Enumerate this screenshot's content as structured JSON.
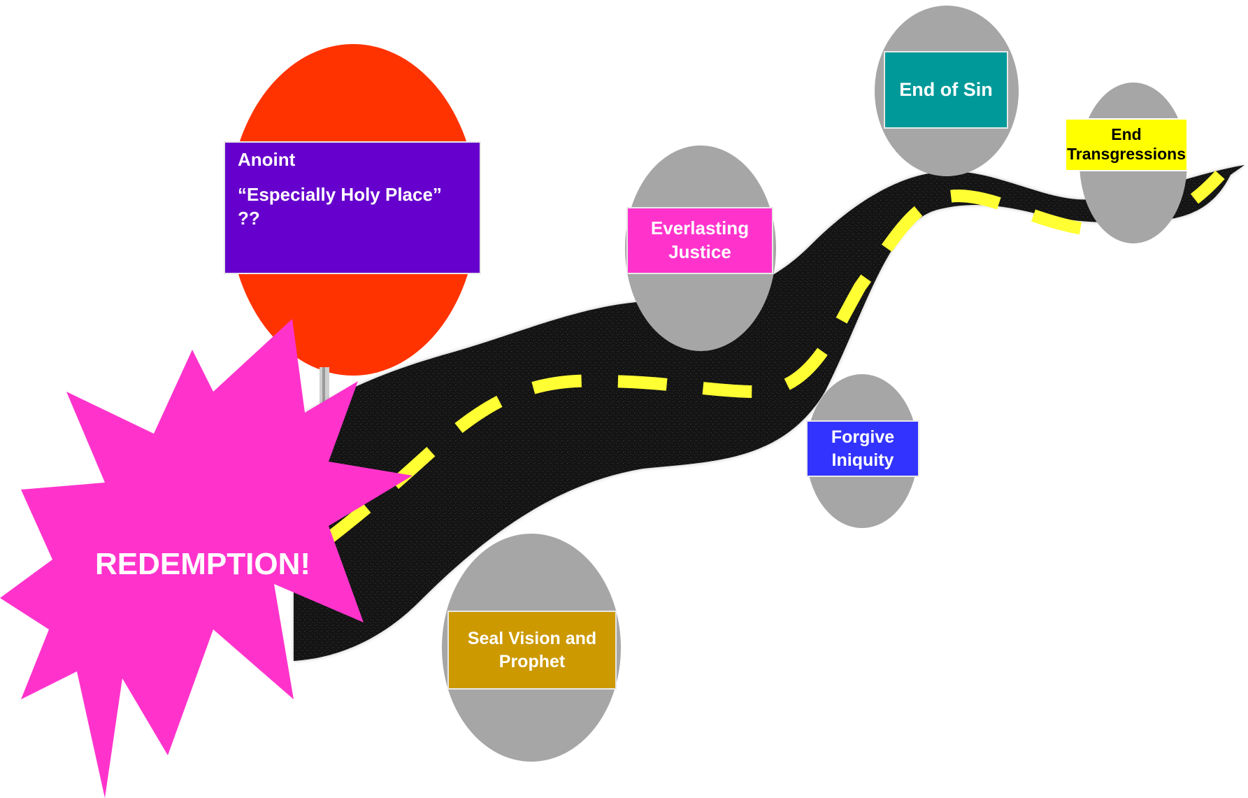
{
  "colors": {
    "background": "#ffffff",
    "road": "#141414",
    "center_line": "#ffff33",
    "marker": "#a6a6a6",
    "anoint_circle": "#ff3300",
    "anoint_box": "#6600cc",
    "justice_box": "#ff33cc",
    "sin_box": "#009999",
    "transgressions_box": "#ffff00",
    "iniquity_box": "#3333ff",
    "seal_box": "#cc9900",
    "burst": "#ff33cc"
  },
  "labels": {
    "anoint_line1": "Anoint",
    "anoint_line2": "“Especially Holy Place” ??",
    "everlasting_line1": "Everlasting",
    "everlasting_line2": "Justice",
    "end_of_sin": "End of Sin",
    "end_trans_line1": "End",
    "end_trans_line2": "Transgressions",
    "forgive_line1": "Forgive",
    "forgive_line2": "Iniquity",
    "seal_line1": "Seal Vision and",
    "seal_line2": "Prophet"
  },
  "burst": {
    "text": "REDEMPTION!"
  }
}
